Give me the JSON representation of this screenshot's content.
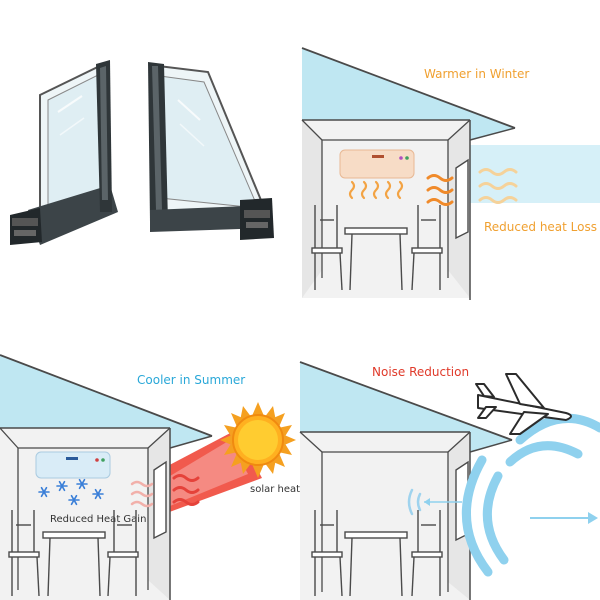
{
  "panels": {
    "winter": {
      "title": "Warmer in Winter",
      "note": "Reduced heat Loss",
      "title_color": "#f0a030",
      "note_color": "#f0a030"
    },
    "summer": {
      "title": "Cooler in Summer",
      "note": "Reduced Heat Gain",
      "sun_label": "solar heat",
      "title_color": "#2aa8d8",
      "note_color": "#333333"
    },
    "noise": {
      "title": "Noise Reduction",
      "title_color": "#e03a2a"
    }
  },
  "colors": {
    "roof": "#bfe7f2",
    "wall": "#f2f2f2",
    "line": "#4a4a4a",
    "heat_warm": "#f3a344",
    "heat_red": "#e5423a",
    "sound_wave": "#8fd1ee",
    "sun": "#ffb020",
    "snow": "#3a7fd8"
  },
  "icons": [
    "window-profile-icon",
    "air-conditioner-icon",
    "heat-wave-icon",
    "chair-icon",
    "table-icon",
    "sun-icon",
    "snowflake-icon",
    "airplane-icon",
    "sound-wave-icon",
    "speaker-wave-icon"
  ]
}
